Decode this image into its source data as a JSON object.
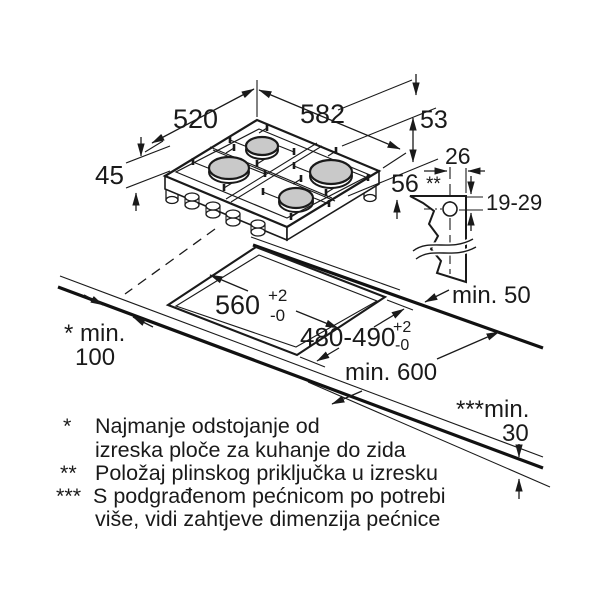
{
  "dims": {
    "d520": "520",
    "d582": "582",
    "d53": "53",
    "d45": "45",
    "d56": "56",
    "d26": "26",
    "d19_29": "19-29",
    "cut_w": "560",
    "cut_w_sup": "+2",
    "cut_w_sub": "-0",
    "cut_d": "480-490",
    "cut_d_sup": "+2",
    "cut_d_sub": "-0",
    "min50": "min. 50",
    "min600": "min. 600",
    "min100_a": "* min.",
    "min100_b": "100",
    "min30_a": "***min.",
    "min30_b": "30",
    "star2": "**"
  },
  "footnotes": {
    "m1": "*",
    "t1a": "Najmanje odstojanje od",
    "t1b": "izreska ploče za kuhanje do zida",
    "m2": "**",
    "t2": "Položaj plinskog priključka u izresku",
    "m3": "***",
    "t3a": "S podgrađenom pećnicom po potrebi",
    "t3b": "više, vidi zahtjeve dimenzija pećnice"
  },
  "colors": {
    "line": "#1a1a1a",
    "burner_fill": "#c9c9c9",
    "background": "#ffffff"
  }
}
